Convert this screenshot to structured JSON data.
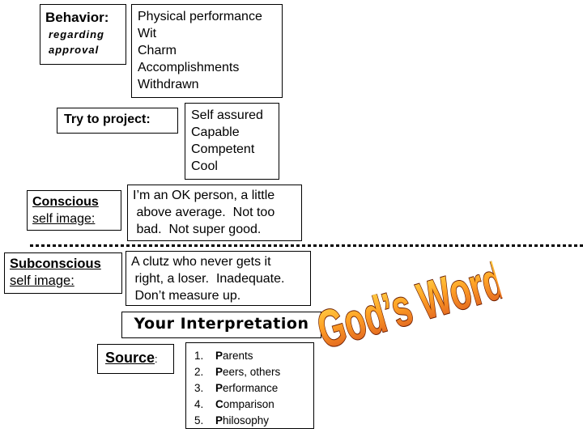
{
  "behavior": {
    "title": "Behavior:",
    "sub1": "regarding",
    "sub2": "approval"
  },
  "behavior_traits": [
    "Physical performance",
    "Wit",
    "Charm",
    "Accomplishments",
    "Withdrawn"
  ],
  "project": {
    "title": "Try to project:"
  },
  "project_traits": [
    "Self assured",
    "Capable",
    "Competent",
    "Cool"
  ],
  "conscious": {
    "label_line1": "Conscious",
    "label_line2": "self image:",
    "desc_line1": "I’m an OK person, a little",
    "desc_line2": " above average.  Not too",
    "desc_line3": " bad.  Not super good."
  },
  "subconscious": {
    "label_line1": "Subconscious",
    "label_line2": "self image:",
    "desc_line1": "A clutz who never gets it",
    "desc_line2": " right, a loser.  Inadequate.",
    "desc_line3": " Don’t measure up."
  },
  "interpretation_title": "Your Interpretation",
  "source": {
    "label": "Source",
    "colon": ":"
  },
  "source_items": [
    {
      "num": "1.",
      "text": "Parents"
    },
    {
      "num": "2.",
      "text": "Peers, others"
    },
    {
      "num": "3.",
      "text": "Performance"
    },
    {
      "num": "4.",
      "text": "Comparison"
    },
    {
      "num": "5.",
      "text": "Philosophy"
    }
  ],
  "wordart": {
    "text": "God’s Word",
    "color_top": "#FFDC4E",
    "color_mid": "#FFA226",
    "color_bottom": "#D9531E",
    "outline": "#6B1D00"
  }
}
